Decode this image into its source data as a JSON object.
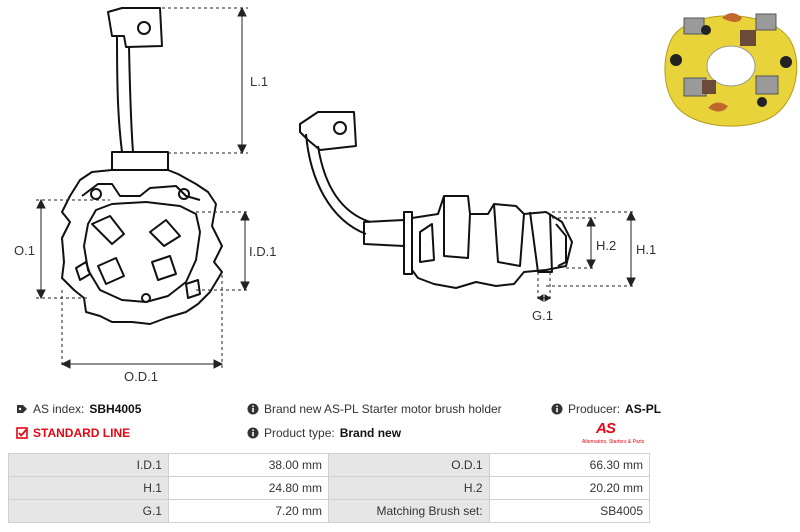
{
  "dimensions": {
    "l1": "L.1",
    "o1": "O.1",
    "id1": "I.D.1",
    "od1": "O.D.1",
    "h2": "H.2",
    "h1": "H.1",
    "g1": "G.1"
  },
  "info": {
    "as_index_label": "AS index:",
    "as_index_value": "SBH4005",
    "standard_line": "STANDARD LINE",
    "description": "Brand new AS-PL Starter motor brush holder",
    "product_type_label": "Product type:",
    "product_type_value": "Brand new",
    "producer_label": "Producer:",
    "producer_value": "AS-PL"
  },
  "logo": {
    "text": "AS",
    "tagline": "Alternators, Starters & Parts"
  },
  "specs": {
    "rows": [
      {
        "l1": "I.D.1",
        "v1": "38.00 mm",
        "l2": "O.D.1",
        "v2": "66.30 mm"
      },
      {
        "l1": "H.1",
        "v1": "24.80 mm",
        "l2": "H.2",
        "v2": "20.20 mm"
      },
      {
        "l1": "G.1",
        "v1": "7.20 mm",
        "l2": "Matching Brush set:",
        "v2": "SB4005"
      }
    ]
  },
  "colors": {
    "accent": "#e30613",
    "table_label_bg": "#e6e6e6",
    "photo_board": "#e8d33a"
  }
}
